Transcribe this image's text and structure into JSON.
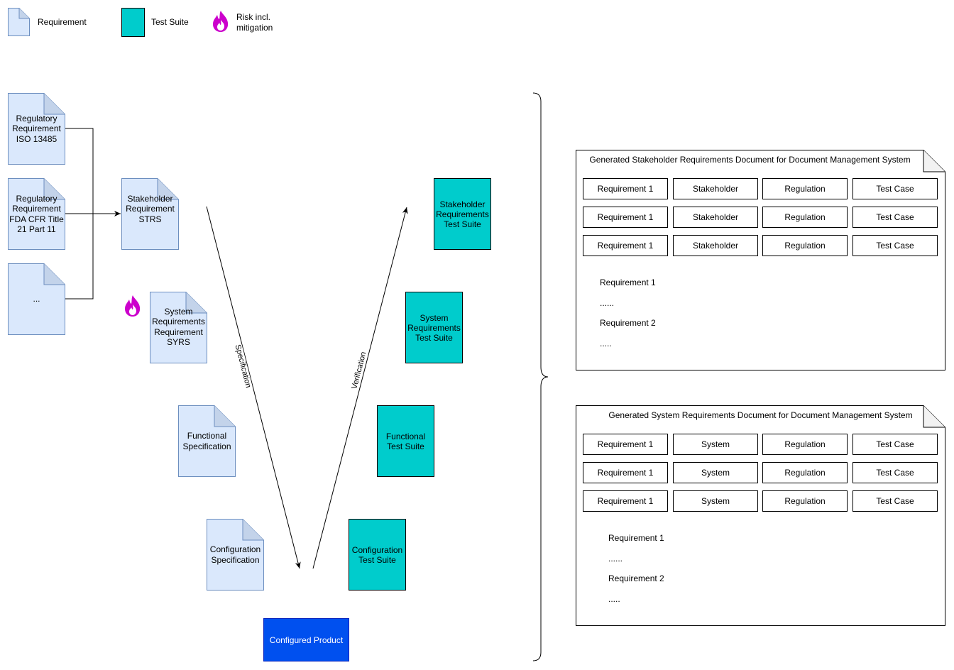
{
  "legend": {
    "requirement": "Requirement",
    "test_suite": "Test Suite",
    "risk": "Risk incl.\nmitigation"
  },
  "requirements": {
    "iso": "Regulatory\nRequirement\nISO 13485",
    "fda": "Regulatory\nRequirement\nFDA CFR Title\n21 Part 11",
    "more": "...",
    "strs": "Stakeholder\nRequirement\nSTRS",
    "syrs": "System\nRequirements\nRequirement\nSYRS",
    "functional": "Functional\nSpecification",
    "configuration": "Configuration\nSpecification"
  },
  "test_suites": {
    "stakeholder": "Stakeholder\nRequirements\nTest Suite",
    "system": "System\nRequirements\nTest Suite",
    "functional": "Functional\nTest Suite",
    "configuration": "Configuration\nTest Suite"
  },
  "product": "Configured Product",
  "edges": {
    "specification": "Specification",
    "verification": "Verification"
  },
  "colors": {
    "requirement_fill": "#dae8fc",
    "requirement_stroke": "#6c8ebf",
    "test_suite_fill": "#00cccc",
    "product_fill": "#0050ef",
    "risk_icon": "#cc00cc"
  },
  "icons": {
    "risk": "flame-icon"
  },
  "generated_docs": [
    {
      "title": "Generated Stakeholder Requirements Document for Document Management System",
      "rows": [
        [
          "Requirement 1",
          "Stakeholder",
          "Regulation",
          "Test Case"
        ],
        [
          "Requirement 1",
          "Stakeholder",
          "Regulation",
          "Test Case"
        ],
        [
          "Requirement 1",
          "Stakeholder",
          "Regulation",
          "Test Case"
        ]
      ],
      "notes": [
        "Requirement 1",
        "......",
        "Requirement 2",
        "....."
      ]
    },
    {
      "title": "Generated System Requirements Document for Document Management System",
      "rows": [
        [
          "Requirement 1",
          "System",
          "Regulation",
          "Test Case"
        ],
        [
          "Requirement 1",
          "System",
          "Regulation",
          "Test Case"
        ],
        [
          "Requirement 1",
          "System",
          "Regulation",
          "Test Case"
        ]
      ],
      "notes": [
        "Requirement 1",
        "......",
        "Requirement 2",
        "....."
      ]
    }
  ]
}
